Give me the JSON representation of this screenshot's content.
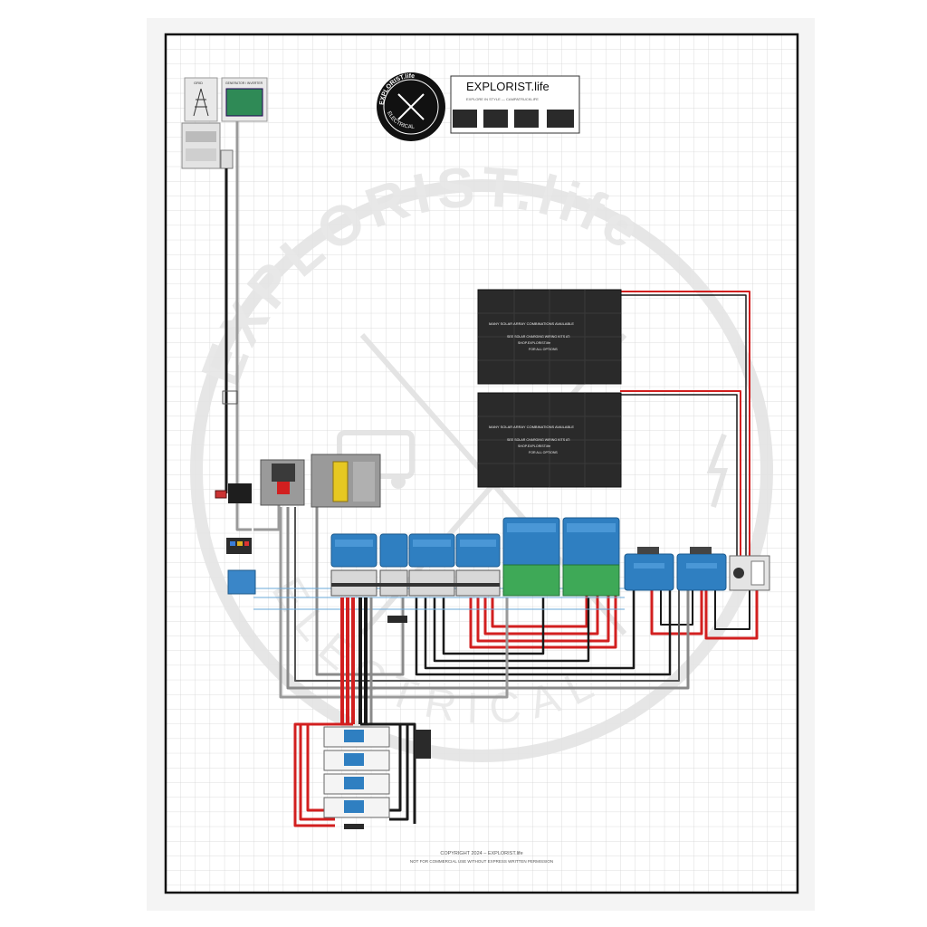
{
  "brand": {
    "logo_ring_top": "EXPLORIST.life",
    "logo_ring_bottom": "ELECTRICAL",
    "title": "EXPLORIST.life",
    "tagline": "EXPLORE IN STYLE — CAMPATRUCKLIFE"
  },
  "watermark": {
    "arc_text": "EXPLORIST.life",
    "bottom_text": "ELECTRICAL"
  },
  "solar": {
    "array1_line1": "MANY SOLAR ARRAY COMBINATIONS AVAILABLE",
    "array1_line2": "SEE SOLAR CHARGING WIRING KITS AT:",
    "array1_line3": "SHOP.EXPLORIST.life",
    "array1_line4": "FOR ALL OPTIONS",
    "array2_line1": "MANY SOLAR ARRAY COMBINATIONS AVAILABLE",
    "array2_line2": "SEE SOLAR CHARGING WIRING KITS AT:",
    "array2_line3": "SHOP.EXPLORIST.life",
    "array2_line4": "FOR ALL OPTIONS"
  },
  "shore": {
    "grid_label": "GRID",
    "generator_label": "GENERATOR / INVERTER"
  },
  "footer": {
    "copyright": "COPYRIGHT 2024 – EXPLORIST.life",
    "notice": "NOT FOR COMMERCIAL USE WITHOUT EXPRESS WRITTEN PERMISSION"
  },
  "colors": {
    "positive": "#d21f1f",
    "negative": "#1a1a1a",
    "ac": "#9a9a9a",
    "victron_blue": "#2f7fc1",
    "panel_dark": "#2a2a2a",
    "grid_line": "#d4d4d4"
  }
}
